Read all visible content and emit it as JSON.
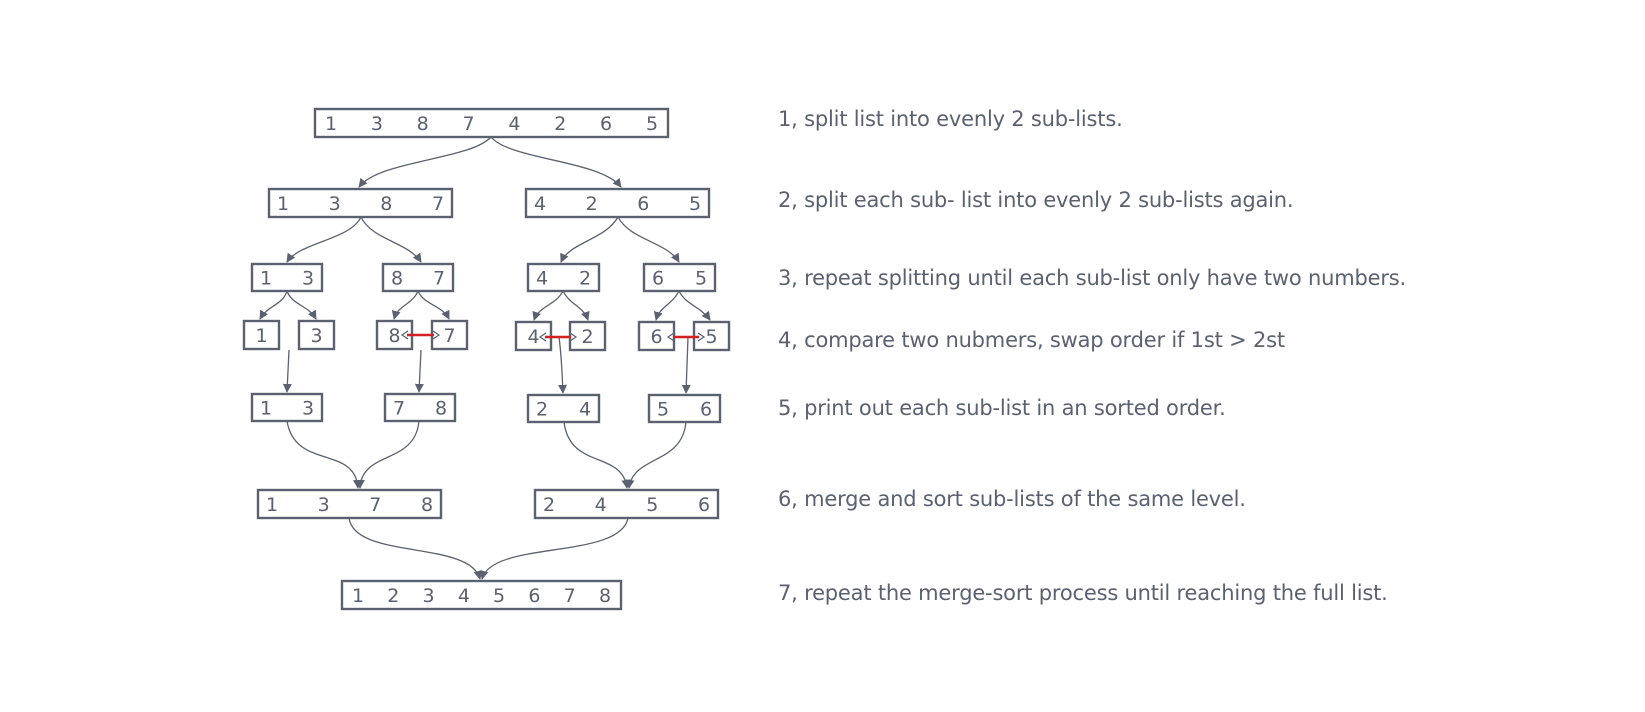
{
  "colors": {
    "ink": "#5b6170",
    "swap": "#d32020",
    "background": "#ffffff"
  },
  "levels": {
    "split_1": [
      [
        "1",
        "3",
        "8",
        "7",
        "4",
        "2",
        "6",
        "5"
      ]
    ],
    "split_2": [
      [
        "1",
        "3",
        "8",
        "7"
      ],
      [
        "4",
        "2",
        "6",
        "5"
      ]
    ],
    "split_3": [
      [
        "1",
        "3"
      ],
      [
        "8",
        "7"
      ],
      [
        "4",
        "2"
      ],
      [
        "6",
        "5"
      ]
    ],
    "compare": [
      [
        "1"
      ],
      [
        "3"
      ],
      [
        "8"
      ],
      [
        "7"
      ],
      [
        "4"
      ],
      [
        "2"
      ],
      [
        "6"
      ],
      [
        "5"
      ]
    ],
    "sorted_pairs": [
      [
        "1",
        "3"
      ],
      [
        "7",
        "8"
      ],
      [
        "2",
        "4"
      ],
      [
        "5",
        "6"
      ]
    ],
    "merged": [
      [
        "1",
        "3",
        "7",
        "8"
      ],
      [
        "2",
        "4",
        "5",
        "6"
      ]
    ],
    "full": [
      [
        "1",
        "2",
        "3",
        "4",
        "5",
        "6",
        "7",
        "8"
      ]
    ]
  },
  "steps": [
    "1, split list into evenly 2 sub-lists.",
    "2, split each sub- list into evenly 2 sub-lists again.",
    "3, repeat splitting until each sub-list only have two numbers.",
    "4, compare two nubmers, swap order if 1st > 2st",
    "5, print out each sub-list in an sorted order.",
    "6, merge and sort sub-lists of the same level.",
    "7, repeat the merge-sort process until reaching the full list."
  ]
}
